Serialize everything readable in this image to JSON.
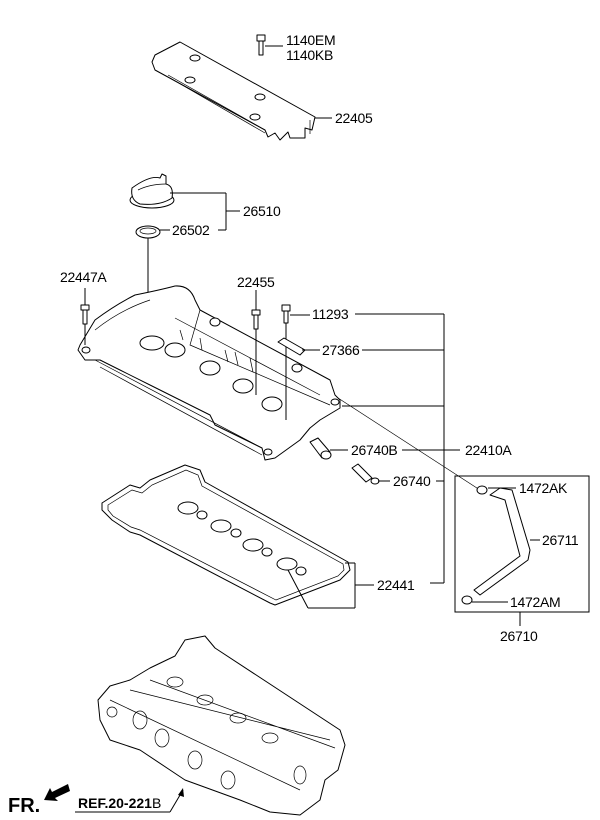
{
  "diagram": {
    "type": "exploded-parts-diagram",
    "subject": "Rocker cover assembly",
    "parts": [
      {
        "id": "bolt-top",
        "labels": [
          "1140EM",
          "1140KB"
        ]
      },
      {
        "id": "engine-cover",
        "labels": [
          "22405"
        ]
      },
      {
        "id": "oil-filler-cap",
        "labels": [
          "26510"
        ]
      },
      {
        "id": "cap-gasket",
        "labels": [
          "26502"
        ]
      },
      {
        "id": "bolt-left",
        "labels": [
          "22447A"
        ]
      },
      {
        "id": "bolt-center",
        "labels": [
          "22455"
        ]
      },
      {
        "id": "bolt-right",
        "labels": [
          "11293"
        ]
      },
      {
        "id": "bracket",
        "labels": [
          "27366"
        ]
      },
      {
        "id": "grommet",
        "labels": [
          "26740B"
        ]
      },
      {
        "id": "rocker-cover-assy",
        "labels": [
          "22410A"
        ]
      },
      {
        "id": "pcv-valve",
        "labels": [
          "26740"
        ]
      },
      {
        "id": "clamp-upper",
        "labels": [
          "1472AK"
        ]
      },
      {
        "id": "hose",
        "labels": [
          "26711"
        ]
      },
      {
        "id": "clamp-lower",
        "labels": [
          "1472AM"
        ]
      },
      {
        "id": "hose-assy",
        "labels": [
          "26710"
        ]
      },
      {
        "id": "cover-gasket",
        "labels": [
          "22441"
        ]
      }
    ],
    "reference": {
      "bold": "REF.20-221",
      "suffix": "B"
    },
    "front_indicator": "FR."
  }
}
